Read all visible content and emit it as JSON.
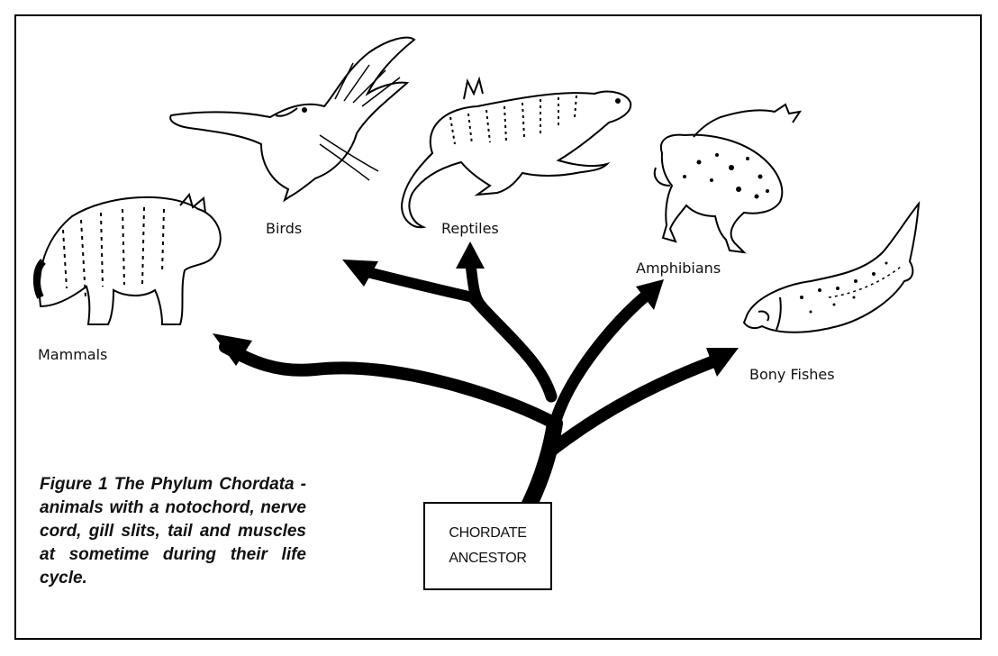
{
  "caption": "Figure 1 The Phylum Chordata - animals with a notochord, nerve cord, gill slits, tail and muscles at sometime during their life cycle.",
  "ancestor": {
    "line1": "CHORDATE",
    "line2": "ANCESTOR"
  },
  "groups": {
    "mammals": "Mammals",
    "birds": "Birds",
    "reptiles": "Reptiles",
    "amphibians": "Amphibians",
    "bony_fishes": "Bony Fishes"
  }
}
